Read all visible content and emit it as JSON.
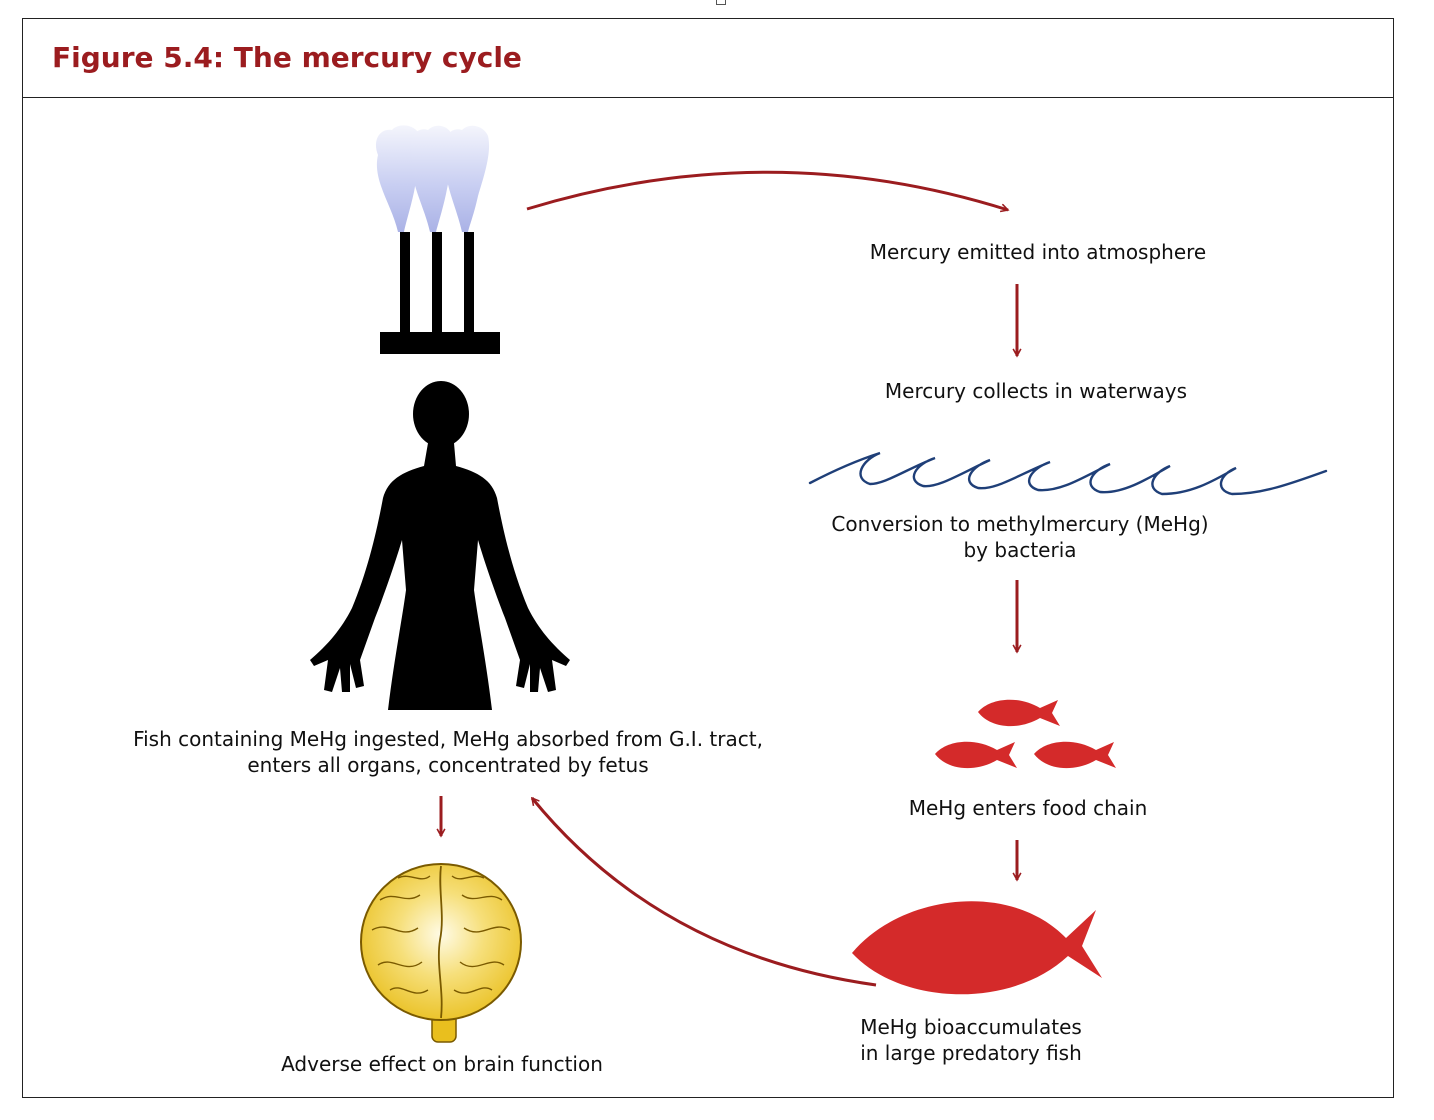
{
  "figure": {
    "title": "Figure 5.4: The mercury cycle"
  },
  "steps": {
    "atmosphere": "Mercury emitted into atmosphere",
    "waterways": "Mercury collects in waterways",
    "conversion_line1": "Conversion to methylmercury (MeHg)",
    "conversion_line2": "by bacteria",
    "food_chain": "MeHg enters food chain",
    "bioaccumulates_line1": "MeHg bioaccumulates",
    "bioaccumulates_line2": "in large predatory fish",
    "ingested_line1": "Fish containing MeHg ingested, MeHg absorbed from G.I. tract,",
    "ingested_line2": "enters all organs, concentrated by fetus",
    "brain": "Adverse effect on brain function"
  },
  "colors": {
    "title_red": "#9b1c1f",
    "arrow_red": "#9b1c1f",
    "fish_red": "#d42a2a",
    "wave_blue": "#1f3f78",
    "brain_yellow": "#f2cf3c",
    "silhouette": "#000000",
    "smoke": "#c9cff2"
  },
  "icons": [
    "factory-icon",
    "person-silhouette-icon",
    "wave-icon",
    "small-fish-icon",
    "large-fish-icon",
    "brain-icon"
  ]
}
